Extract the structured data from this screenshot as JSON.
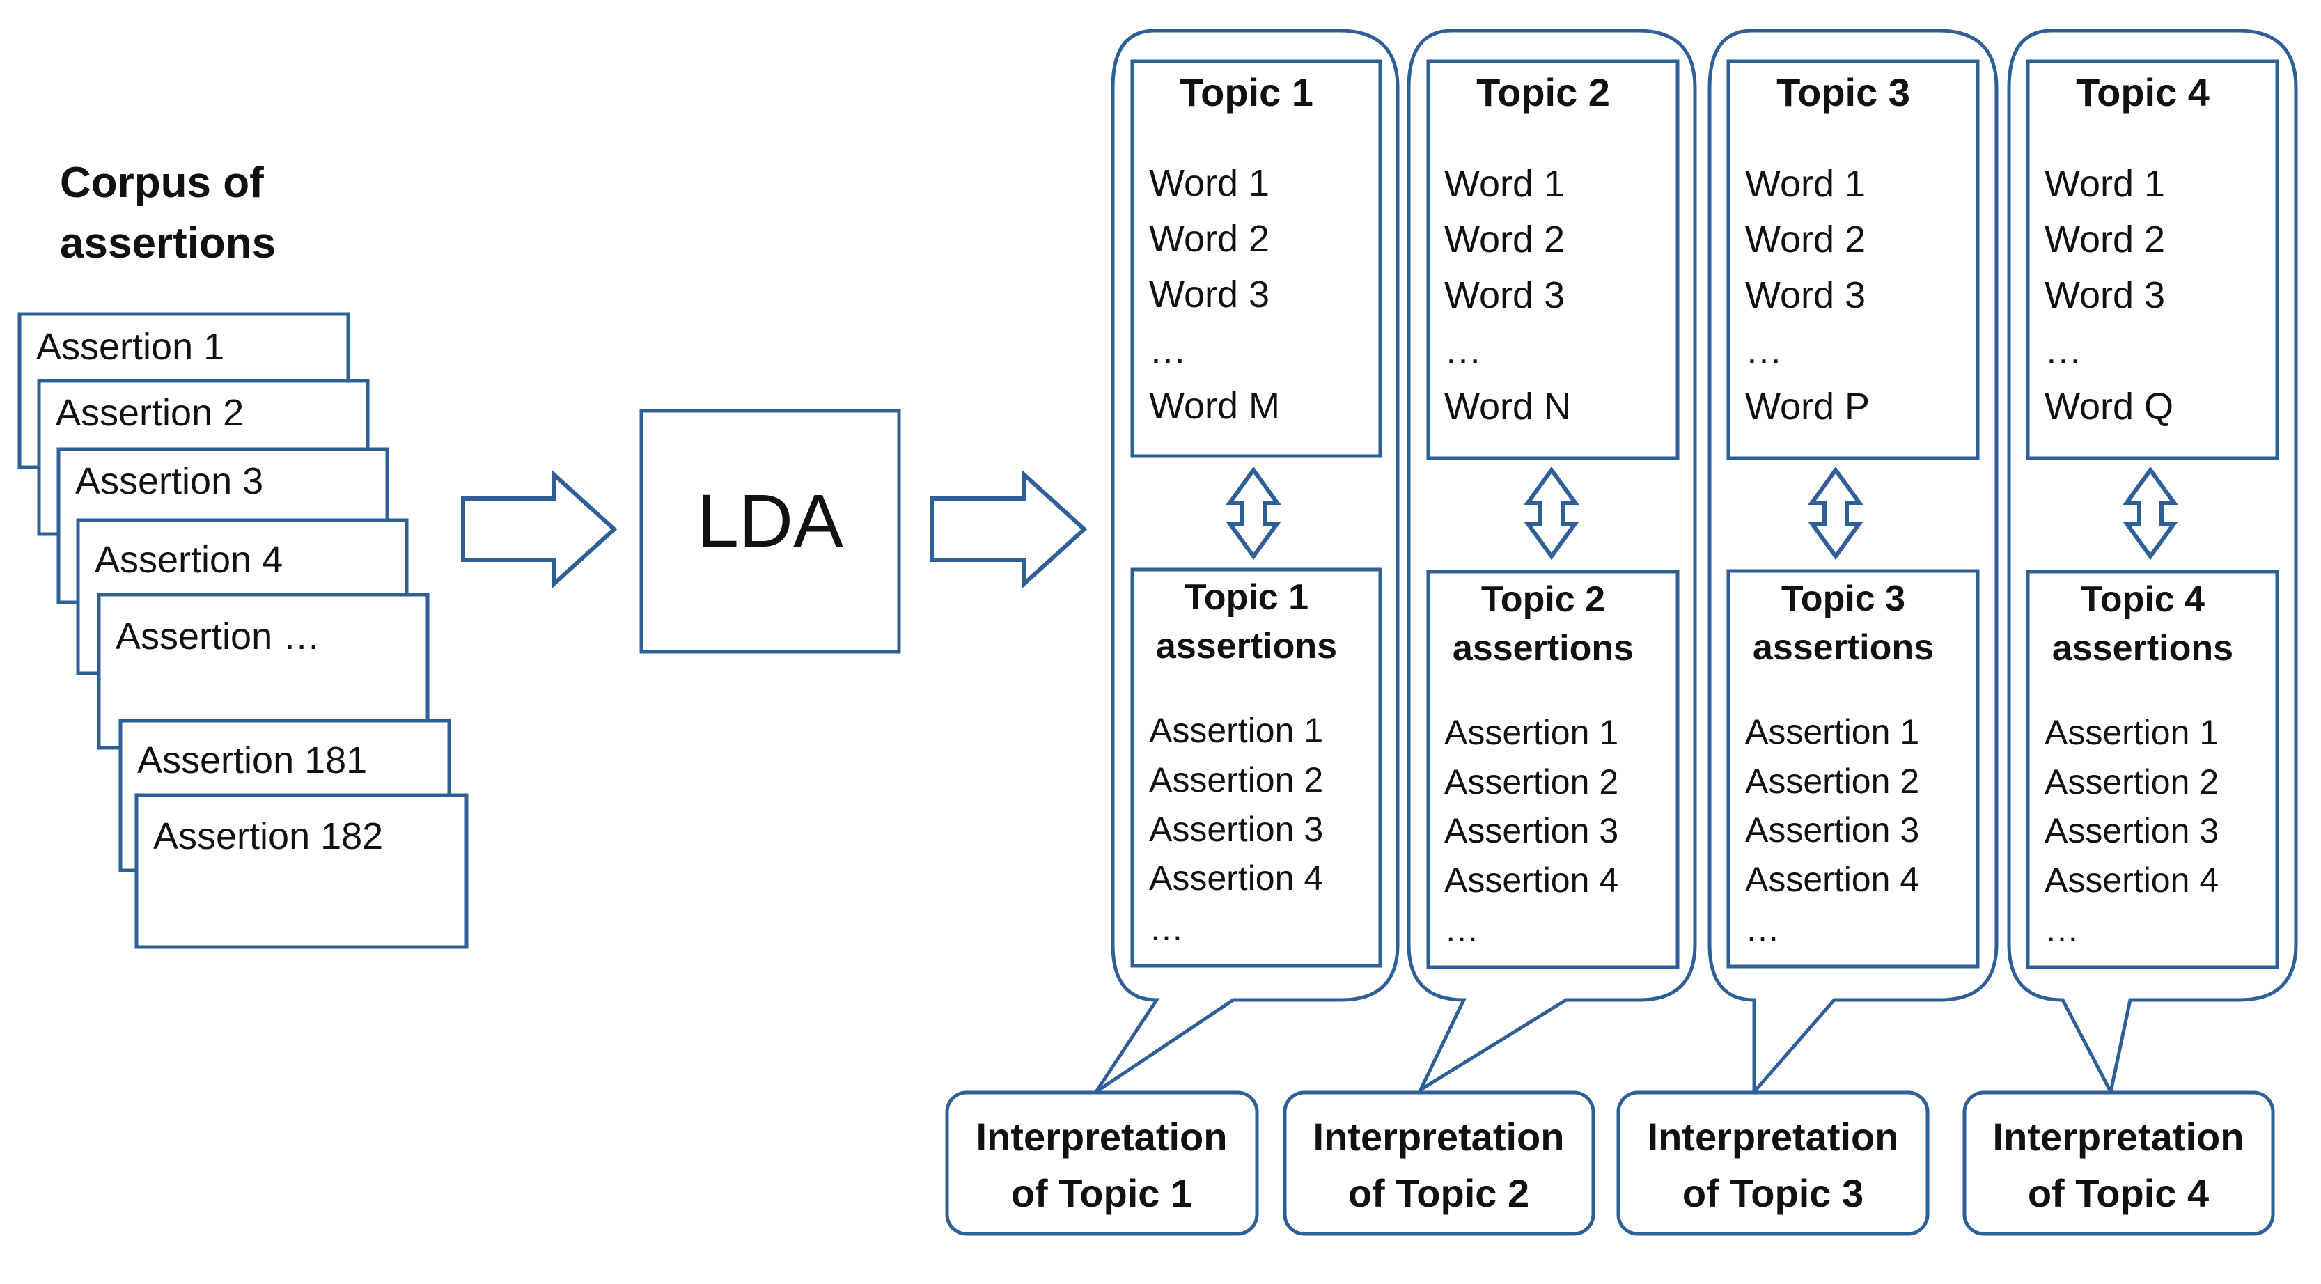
{
  "corpus": {
    "title_lines": [
      "Corpus of",
      "assertions"
    ],
    "items": [
      "Assertion 1",
      "Assertion 2",
      "Assertion 3",
      "Assertion 4",
      "Assertion …",
      "Assertion 181",
      "Assertion 182"
    ]
  },
  "lda_label": "LDA",
  "topics": [
    {
      "title": "Topic 1",
      "words": [
        "Word 1",
        "Word 2",
        "Word 3",
        "…",
        "Word M"
      ],
      "assertion_title_lines": [
        "Topic 1",
        "assertions"
      ],
      "assertions": [
        "Assertion 1",
        "Assertion 2",
        "Assertion 3",
        "Assertion 4",
        "…"
      ],
      "interpretation_lines": [
        "Interpretation",
        "of Topic 1"
      ]
    },
    {
      "title": "Topic 2",
      "words": [
        "Word 1",
        "Word 2",
        "Word 3",
        "…",
        "Word N"
      ],
      "assertion_title_lines": [
        "Topic 2",
        "assertions"
      ],
      "assertions": [
        "Assertion 1",
        "Assertion 2",
        "Assertion 3",
        "Assertion 4",
        "…"
      ],
      "interpretation_lines": [
        "Interpretation",
        "of Topic 2"
      ]
    },
    {
      "title": "Topic 3",
      "words": [
        "Word 1",
        "Word 2",
        "Word 3",
        "…",
        "Word P"
      ],
      "assertion_title_lines": [
        "Topic 3",
        "assertions"
      ],
      "assertions": [
        "Assertion 1",
        "Assertion 2",
        "Assertion 3",
        "Assertion 4",
        "…"
      ],
      "interpretation_lines": [
        "Interpretation",
        "of Topic 3"
      ]
    },
    {
      "title": "Topic 4",
      "words": [
        "Word 1",
        "Word 2",
        "Word 3",
        "…",
        "Word Q"
      ],
      "assertion_title_lines": [
        "Topic 4",
        "assertions"
      ],
      "assertions": [
        "Assertion 1",
        "Assertion 2",
        "Assertion 3",
        "Assertion 4",
        "…"
      ],
      "interpretation_lines": [
        "Interpretation",
        "of Topic 4"
      ]
    }
  ],
  "colors": {
    "stroke": "#2f5f97",
    "text": "#111111",
    "background": "#ffffff"
  }
}
